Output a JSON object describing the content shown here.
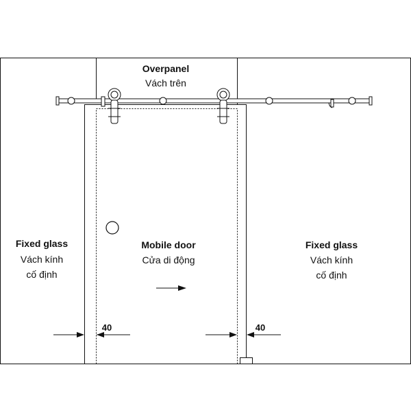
{
  "labels": {
    "overpanel": {
      "title": "Overpanel",
      "subtitle": "Vách trên"
    },
    "mobile_door": {
      "title": "Mobile door",
      "line1": "Cửa di động"
    },
    "fixed_left": {
      "title": "Fixed glass",
      "line1": "Vách kính",
      "line2": "cố định"
    },
    "fixed_right": {
      "title": "Fixed glass",
      "line1": "Vách kính",
      "line2": "cố định"
    }
  },
  "dimensions": {
    "left_gap": "40",
    "right_gap": "40"
  },
  "colors": {
    "line": "#111111",
    "background": "#ffffff"
  },
  "icons": {
    "door_knob": "circle-handle-icon",
    "slide_arrow": "arrow-right-icon"
  }
}
